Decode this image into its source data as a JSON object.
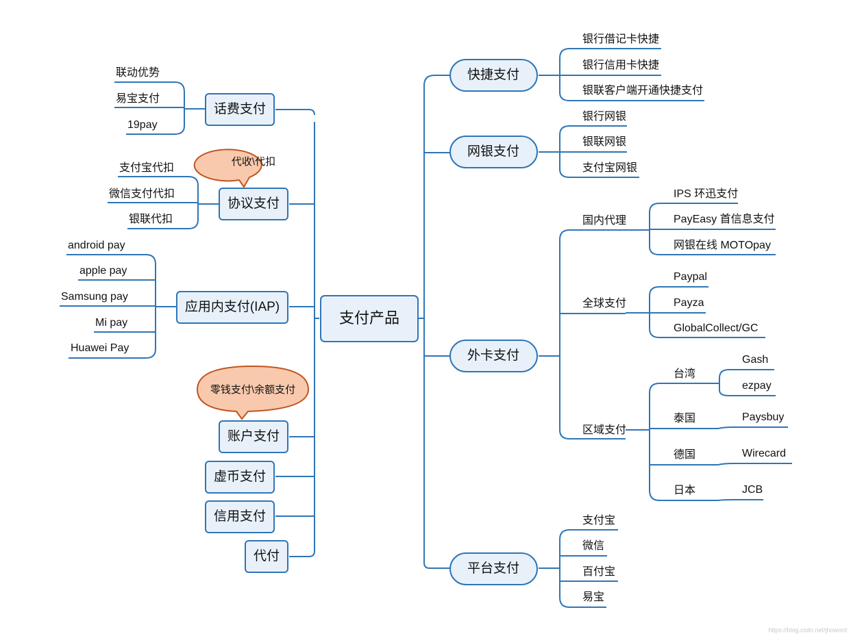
{
  "root": "支付产品",
  "left": [
    {
      "label": "话费支付",
      "children": [
        "联动优势",
        "易宝支付",
        "19pay"
      ]
    },
    {
      "label": "协议支付",
      "callout": "代收\\代扣",
      "children": [
        "支付宝代扣",
        "微信支付代扣",
        "银联代扣"
      ]
    },
    {
      "label": "应用内支付(IAP)",
      "children": [
        "android pay",
        "apple pay",
        "Samsung pay",
        "Mi pay",
        "Huawei Pay"
      ]
    },
    {
      "label": "账户支付",
      "callout": "零钱支付\\余额支付",
      "children": []
    },
    {
      "label": "虚币支付",
      "children": []
    },
    {
      "label": "信用支付",
      "children": []
    },
    {
      "label": "代付",
      "children": []
    }
  ],
  "right": [
    {
      "label": "快捷支付",
      "children": [
        "银行借记卡快捷",
        "银行信用卡快捷",
        "银联客户端开通快捷支付"
      ]
    },
    {
      "label": "网银支付",
      "children": [
        "银行网银",
        "银联网银",
        "支付宝网银"
      ]
    },
    {
      "label": "外卡支付",
      "groups": [
        {
          "label": "国内代理",
          "children": [
            "IPS 环迅支付",
            "PayEasy 首信息支付",
            "网银在线 MOTOpay"
          ]
        },
        {
          "label": "全球支付",
          "children": [
            "Paypal",
            "Payza",
            "GlobalCollect/GC"
          ]
        },
        {
          "label": "区域支付",
          "regions": [
            {
              "label": "台湾",
              "children": [
                "Gash",
                "ezpay"
              ]
            },
            {
              "label": "泰国",
              "children": [
                "Paysbuy"
              ]
            },
            {
              "label": "德国",
              "children": [
                "Wirecard"
              ]
            },
            {
              "label": "日本",
              "children": [
                "JCB"
              ]
            }
          ]
        }
      ]
    },
    {
      "label": "平台支付",
      "children": [
        "支付宝",
        "微信",
        "百付宝",
        "易宝"
      ]
    }
  ],
  "watermark": "https://blog.csdn.net/jhoword"
}
